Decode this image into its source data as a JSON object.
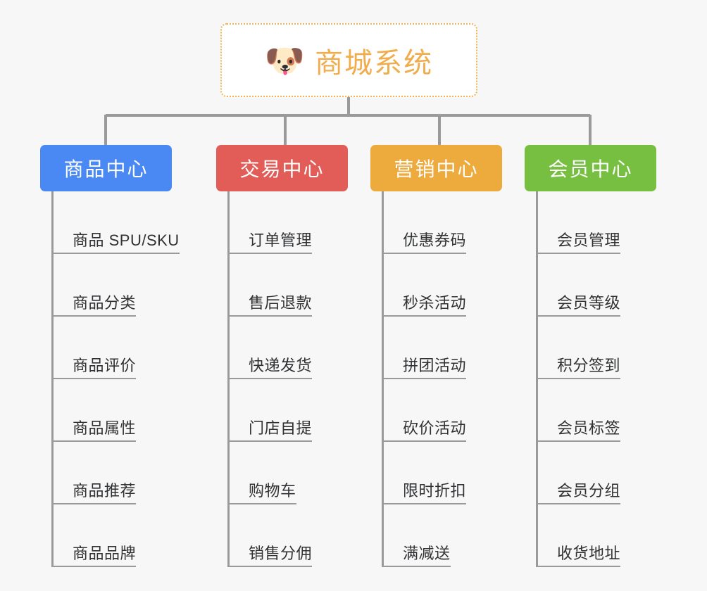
{
  "diagram": {
    "type": "mindmap-org-chart",
    "background_color": "#f7f7f7",
    "root": {
      "title": "商城系统",
      "icon": "shiba-dog-face-emoji",
      "icon_glyph": "🐶",
      "text_color": "#f0ad4e",
      "border_color": "#f0b450",
      "background_color": "#ffffff"
    },
    "connector_color": "#9a9a9a",
    "branches": [
      {
        "title": "商品中心",
        "color": "#4a89f3",
        "items": [
          "商品 SPU/SKU",
          "商品分类",
          "商品评价",
          "商品属性",
          "商品推荐",
          "商品品牌"
        ]
      },
      {
        "title": "交易中心",
        "color": "#e25c58",
        "items": [
          "订单管理",
          "售后退款",
          "快递发货",
          "门店自提",
          "购物车",
          "销售分佣"
        ]
      },
      {
        "title": "营销中心",
        "color": "#eeab3d",
        "items": [
          "优惠券码",
          "秒杀活动",
          "拼团活动",
          "砍价活动",
          "限时折扣",
          "满减送"
        ]
      },
      {
        "title": "会员中心",
        "color": "#77bf40",
        "items": [
          "会员管理",
          "会员等级",
          "积分签到",
          "会员标签",
          "会员分组",
          "收货地址"
        ]
      }
    ]
  }
}
